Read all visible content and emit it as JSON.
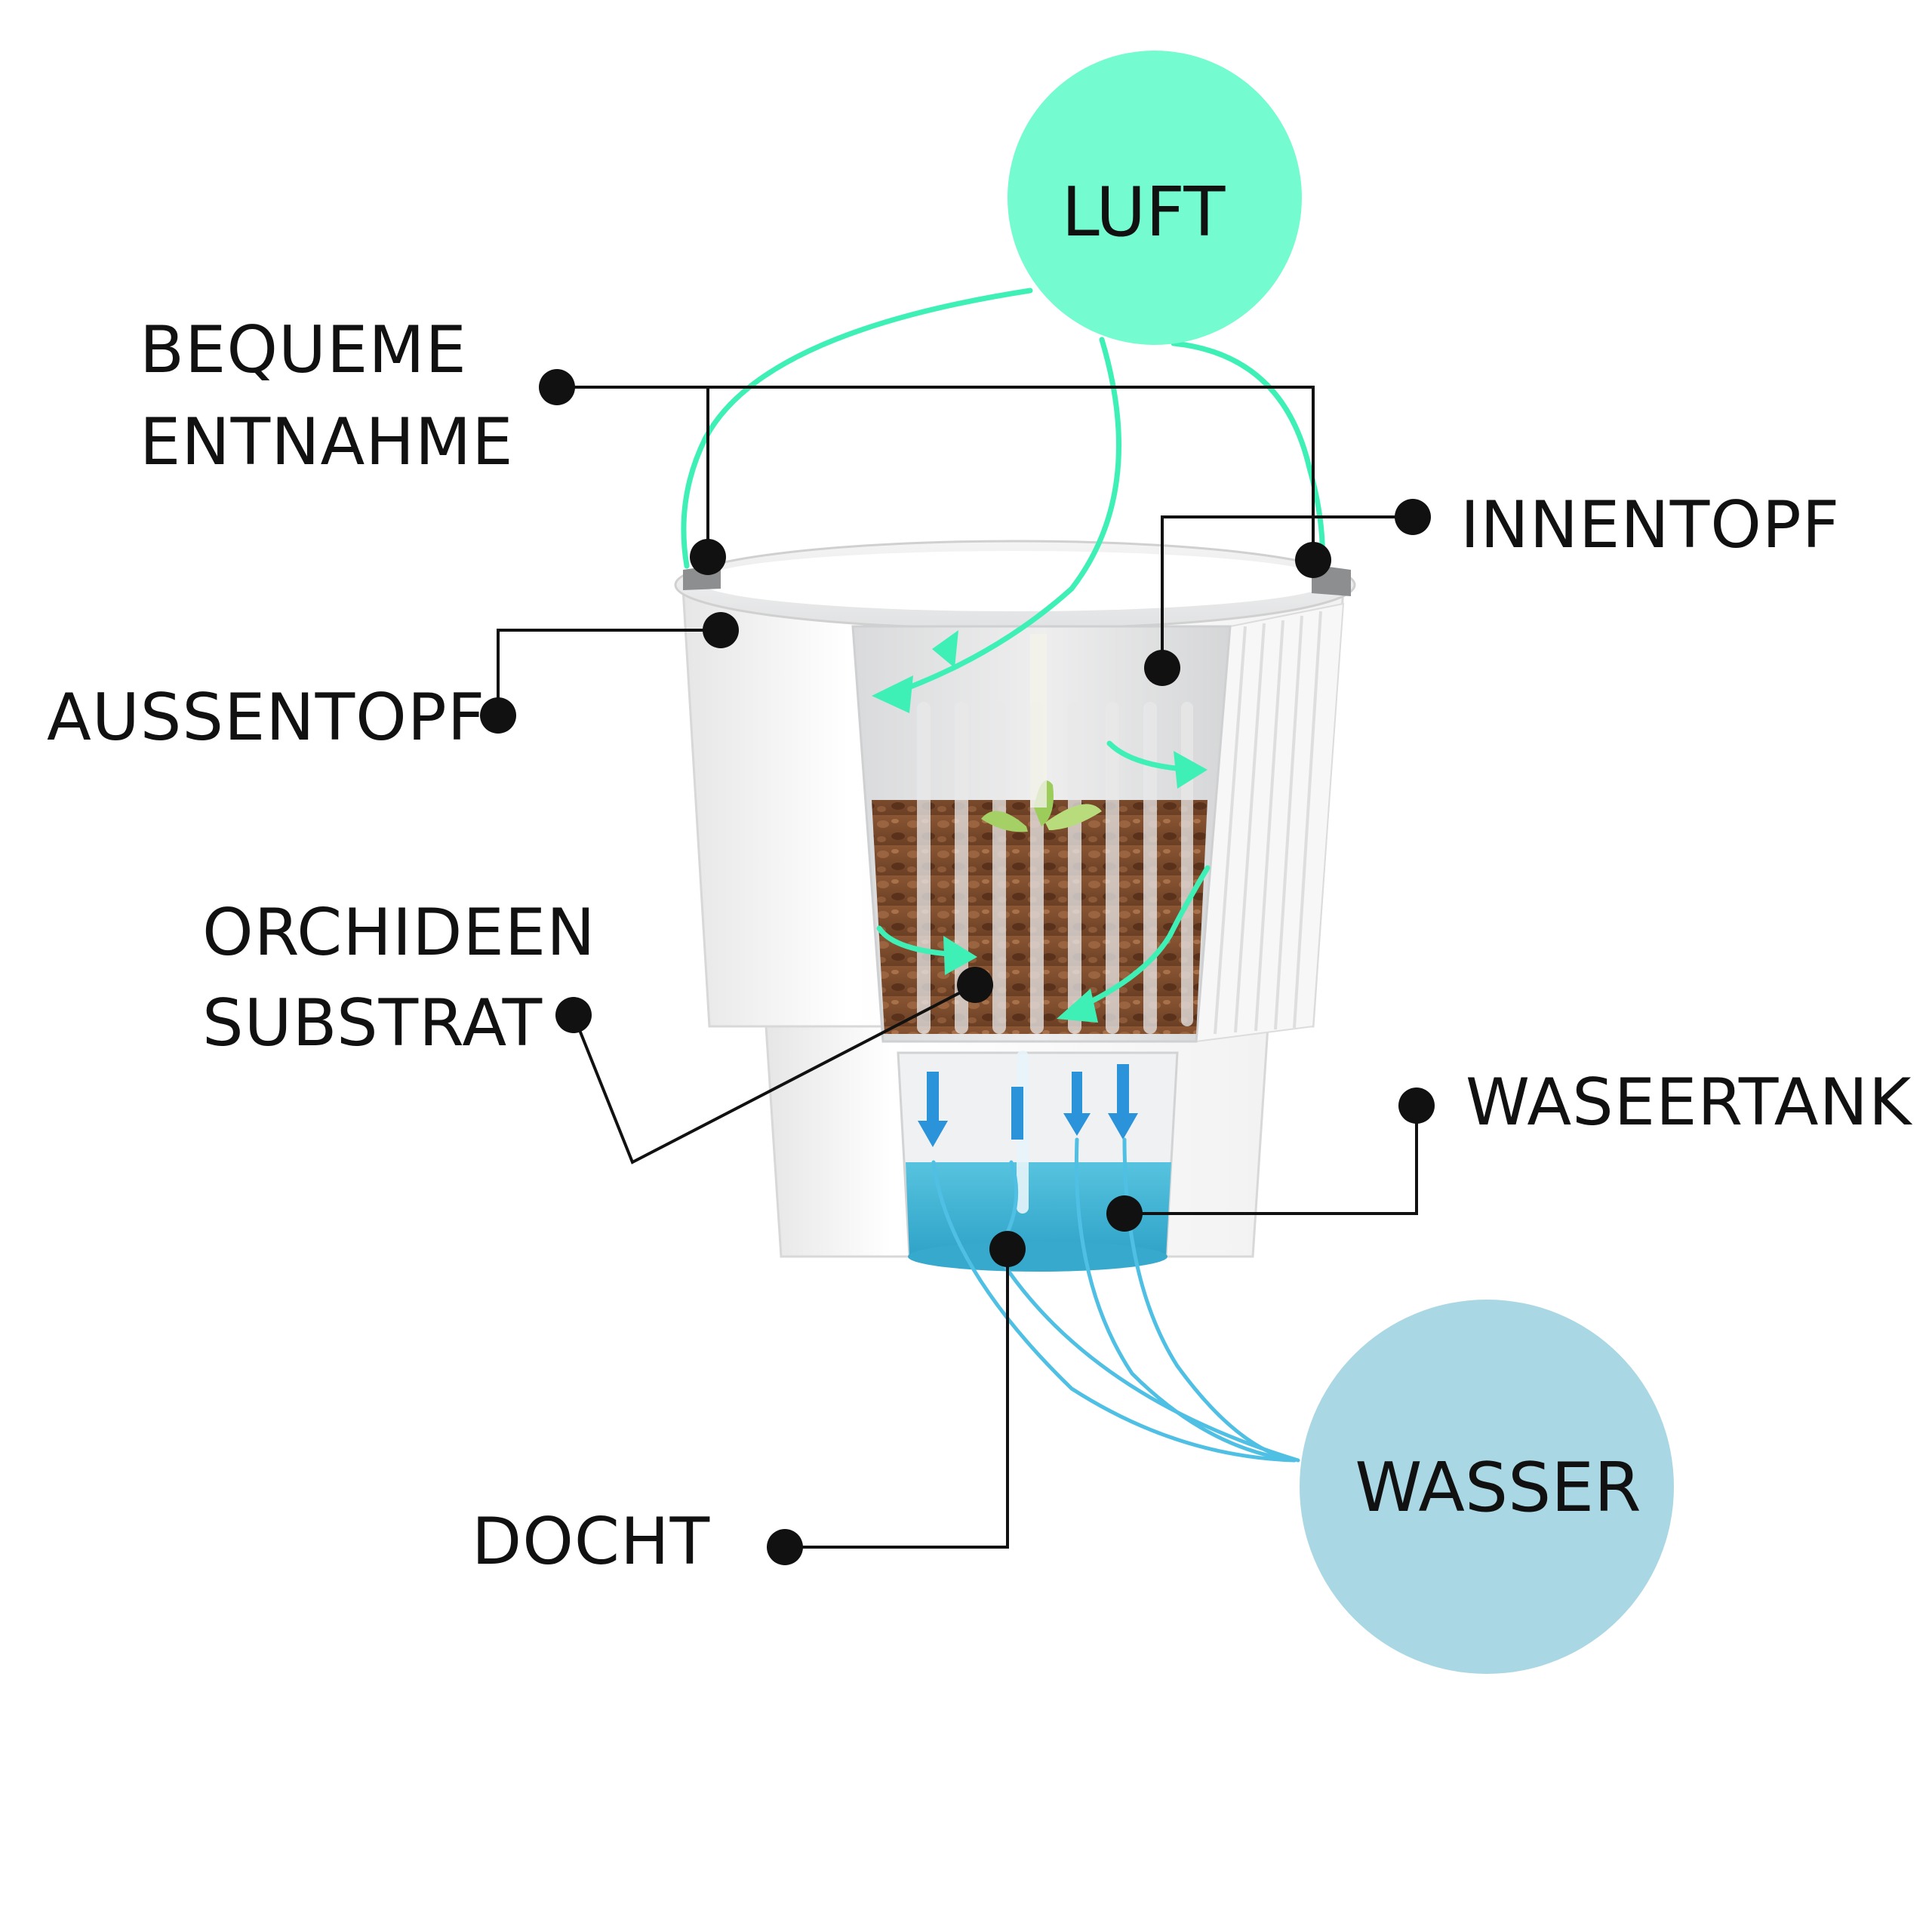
{
  "labels": {
    "bequeme_line1": "BEQUEME",
    "bequeme_line2": "ENTNAHME",
    "innentopf": "INNENTOPF",
    "aussentopf": "AUSSENTOPF",
    "orchideen_line1": "ORCHIDEEN",
    "orchideen_line2": "SUBSTRAT",
    "waseertank": "WASEERTANK",
    "docht": "DOCHT"
  },
  "bubbles": {
    "luft": "LUFT",
    "wasser": "WASSER"
  },
  "colors": {
    "air": "#74fbd0",
    "air_flow": "#3ef0b6",
    "water_bubble": "#a9d7e3",
    "water": "#40b7d7",
    "water_flow": "#2b93d9",
    "leader": "#111111",
    "substrate": "#7a4a2c"
  }
}
